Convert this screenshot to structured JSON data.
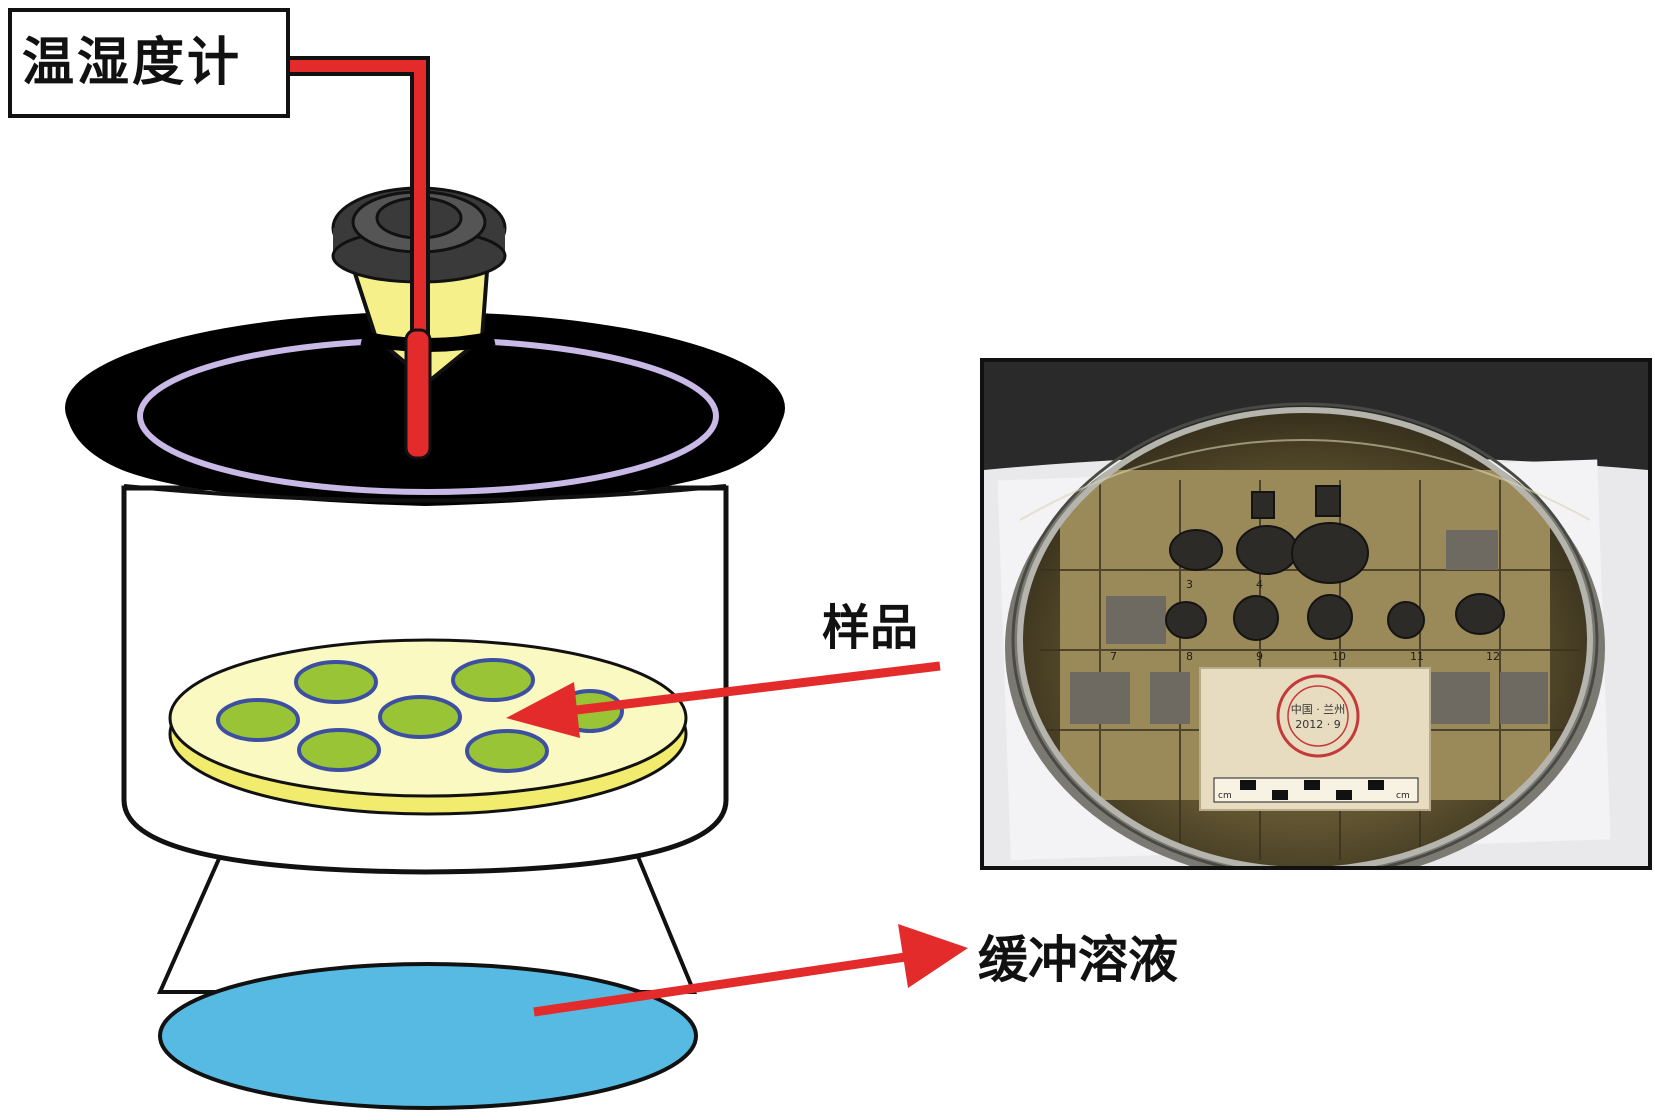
{
  "labels": {
    "hygrometer": "温湿度计",
    "samples": "样品",
    "buffer_solution": "缓冲溶液"
  },
  "photo": {
    "card_text_line1": "中国 · 兰州",
    "card_text_line2": "2012 · 9",
    "scale_unit": "cm",
    "scale_unit_right": "cm",
    "cell_numbers": [
      "3",
      "4",
      "7",
      "8",
      "9",
      "10",
      "11",
      "12"
    ]
  },
  "colors": {
    "probe": "#e32b2b",
    "lid": "#000000",
    "gasket": "#c8b9e6",
    "stopper": "#f5f08a",
    "cap_dark": "#3a3a3a",
    "tray": "#fbf9c2",
    "tray_edge": "#f2ec6e",
    "sample_fill": "#99c435",
    "sample_ring": "#3d4fa3",
    "solution": "#56bae3",
    "arrow": "#e32b2b"
  }
}
